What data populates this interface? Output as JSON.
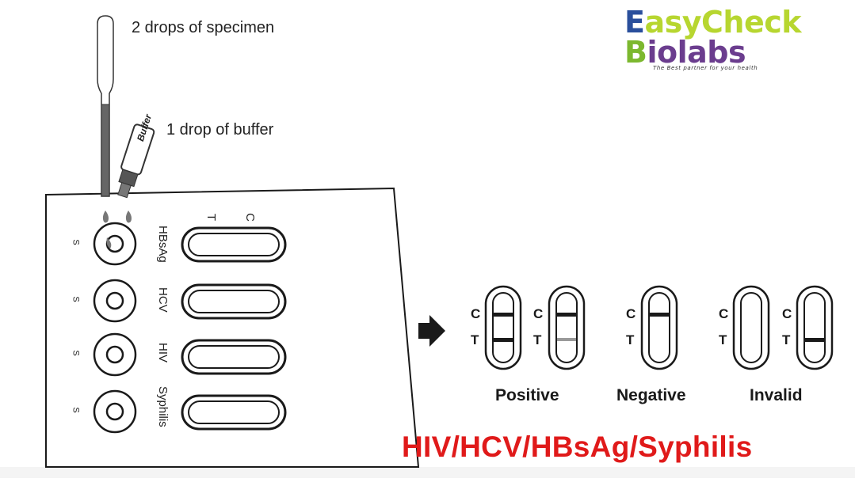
{
  "instructions": {
    "specimen": "2 drops of specimen",
    "buffer_bottle": "Buffer",
    "buffer": "1 drop of buffer"
  },
  "cassette": {
    "window_c": "C",
    "window_t": "T",
    "sample_mark": "S",
    "tests": [
      {
        "name": "HBsAg"
      },
      {
        "name": "HCV"
      },
      {
        "name": "HIV"
      },
      {
        "name": "Syphilis"
      }
    ]
  },
  "results": {
    "c_label": "C",
    "t_label": "T",
    "positive": "Positive",
    "negative": "Negative",
    "invalid": "Invalid"
  },
  "logo": {
    "line1_a": "E",
    "line1_b": "asyCheck",
    "line2_a": "B",
    "line2_b": "iolabs",
    "tagline": "The Best partner for your health"
  },
  "title": "HIV/HCV/HBsAg/Syphilis",
  "colors": {
    "title": "#e01a1a",
    "logo_blue": "#2a4f9c",
    "logo_lime": "#b7d630",
    "logo_purple": "#6b3d8e",
    "line_dark": "#1a1a1a",
    "faint_line": "#999999"
  }
}
